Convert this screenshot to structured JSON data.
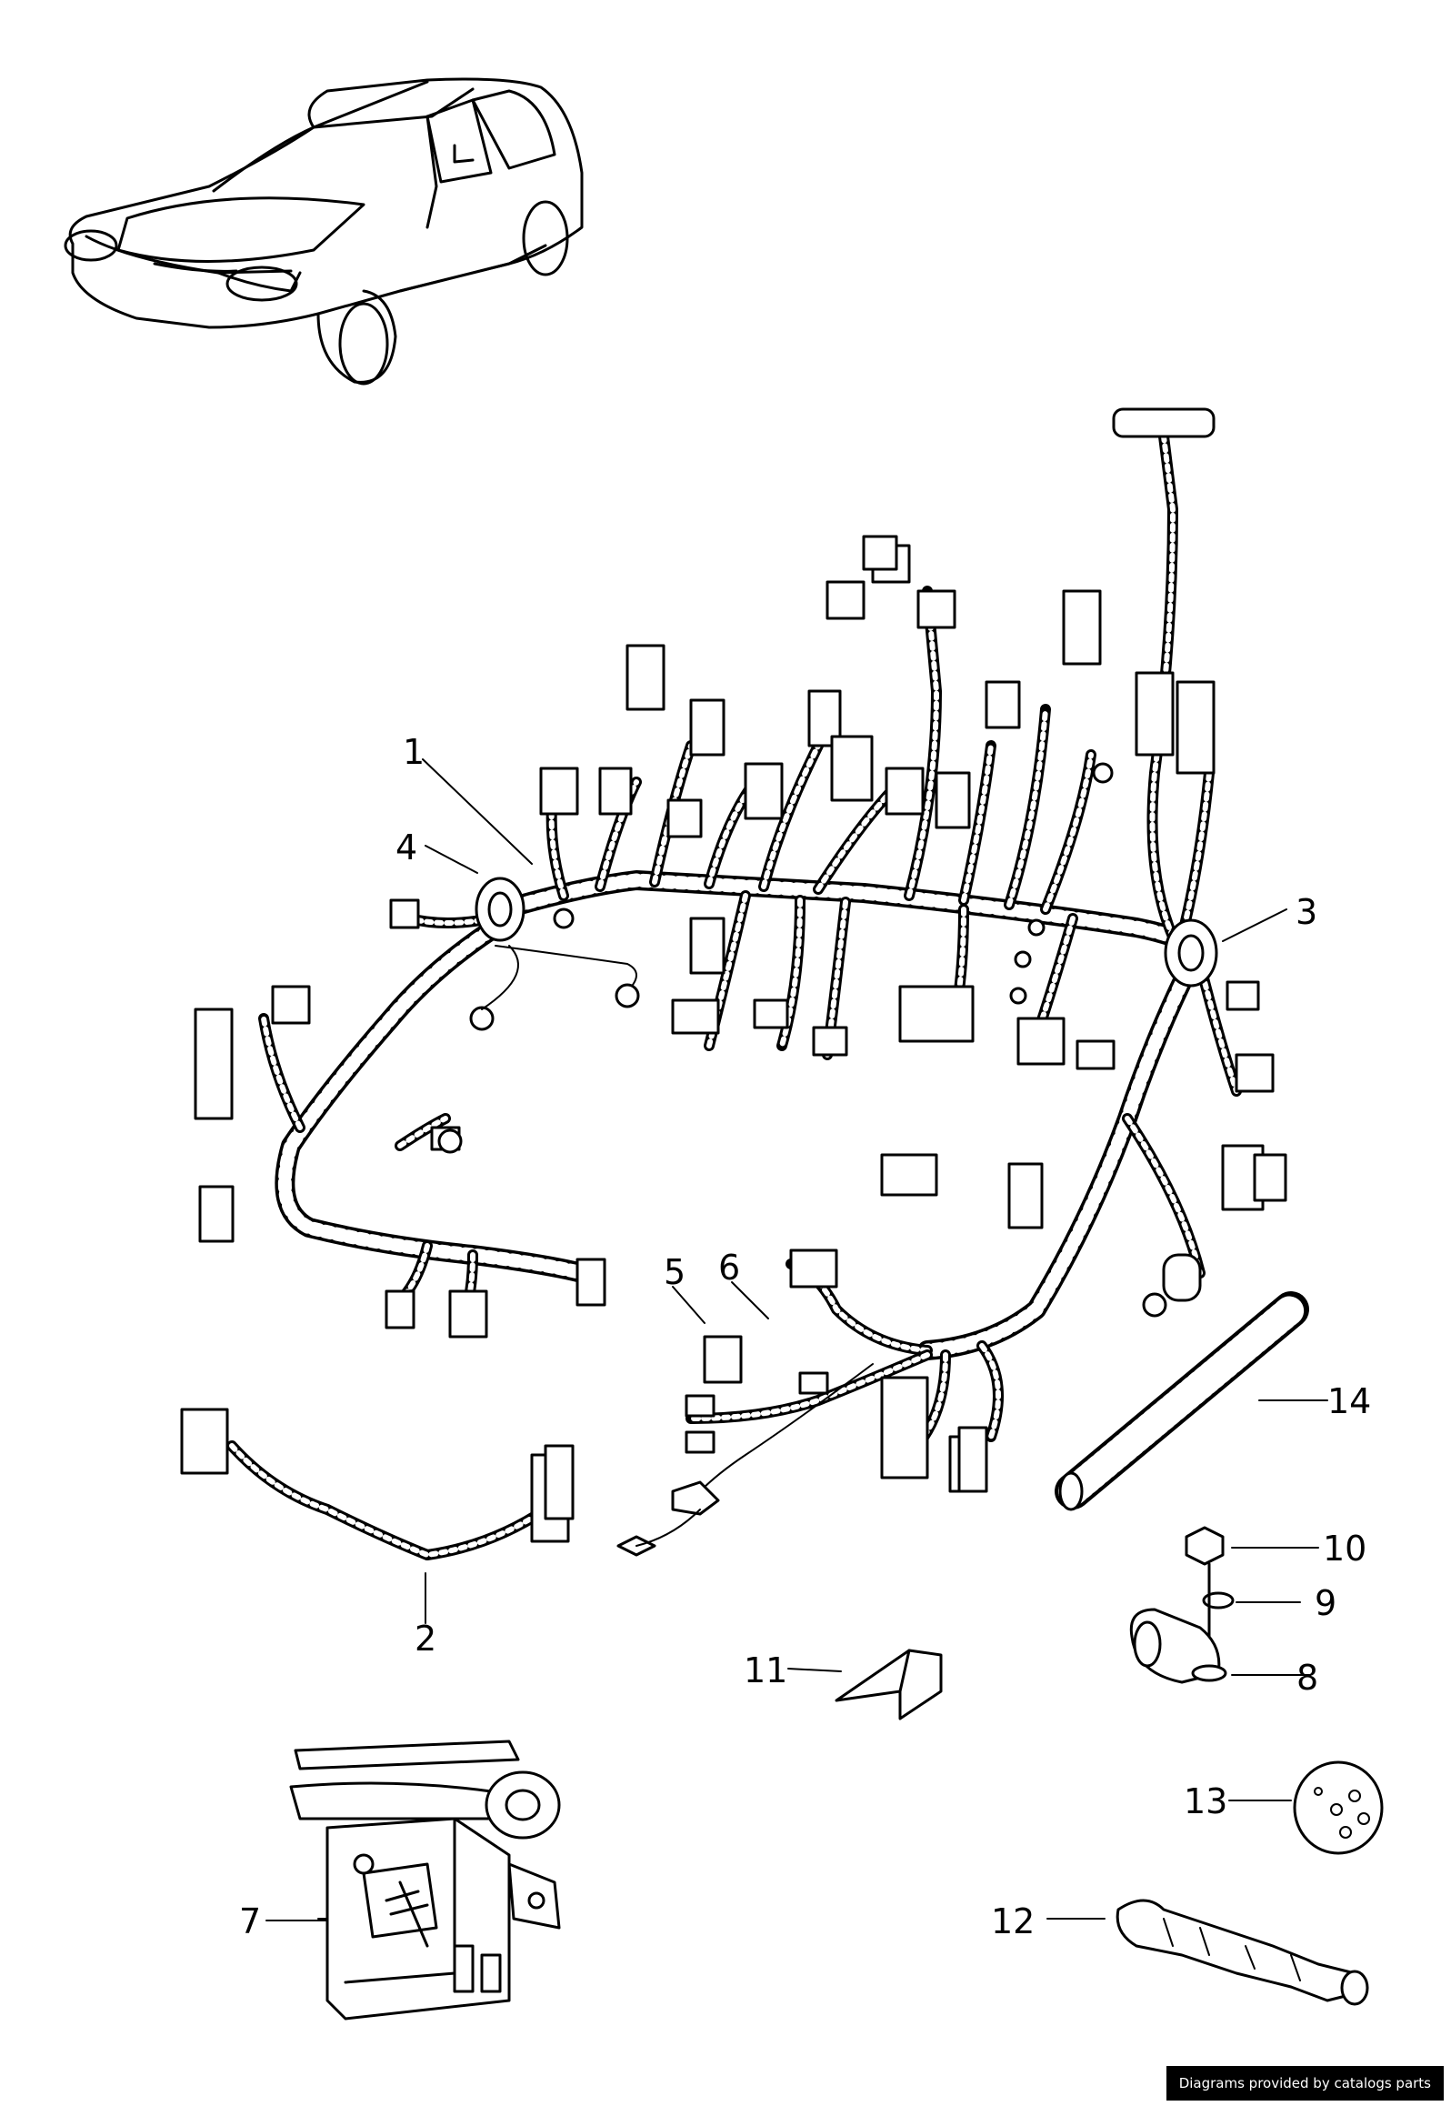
{
  "callouts": {
    "c1": "1",
    "c2": "2",
    "c3": "3",
    "c4": "4",
    "c5": "5",
    "c6": "6",
    "c7": "7",
    "c8": "8",
    "c9": "9",
    "c10": "10",
    "c11": "11",
    "c12": "12",
    "c13": "13",
    "c14": "14"
  },
  "footer": {
    "text": "Diagrams provided by catalogs parts"
  }
}
